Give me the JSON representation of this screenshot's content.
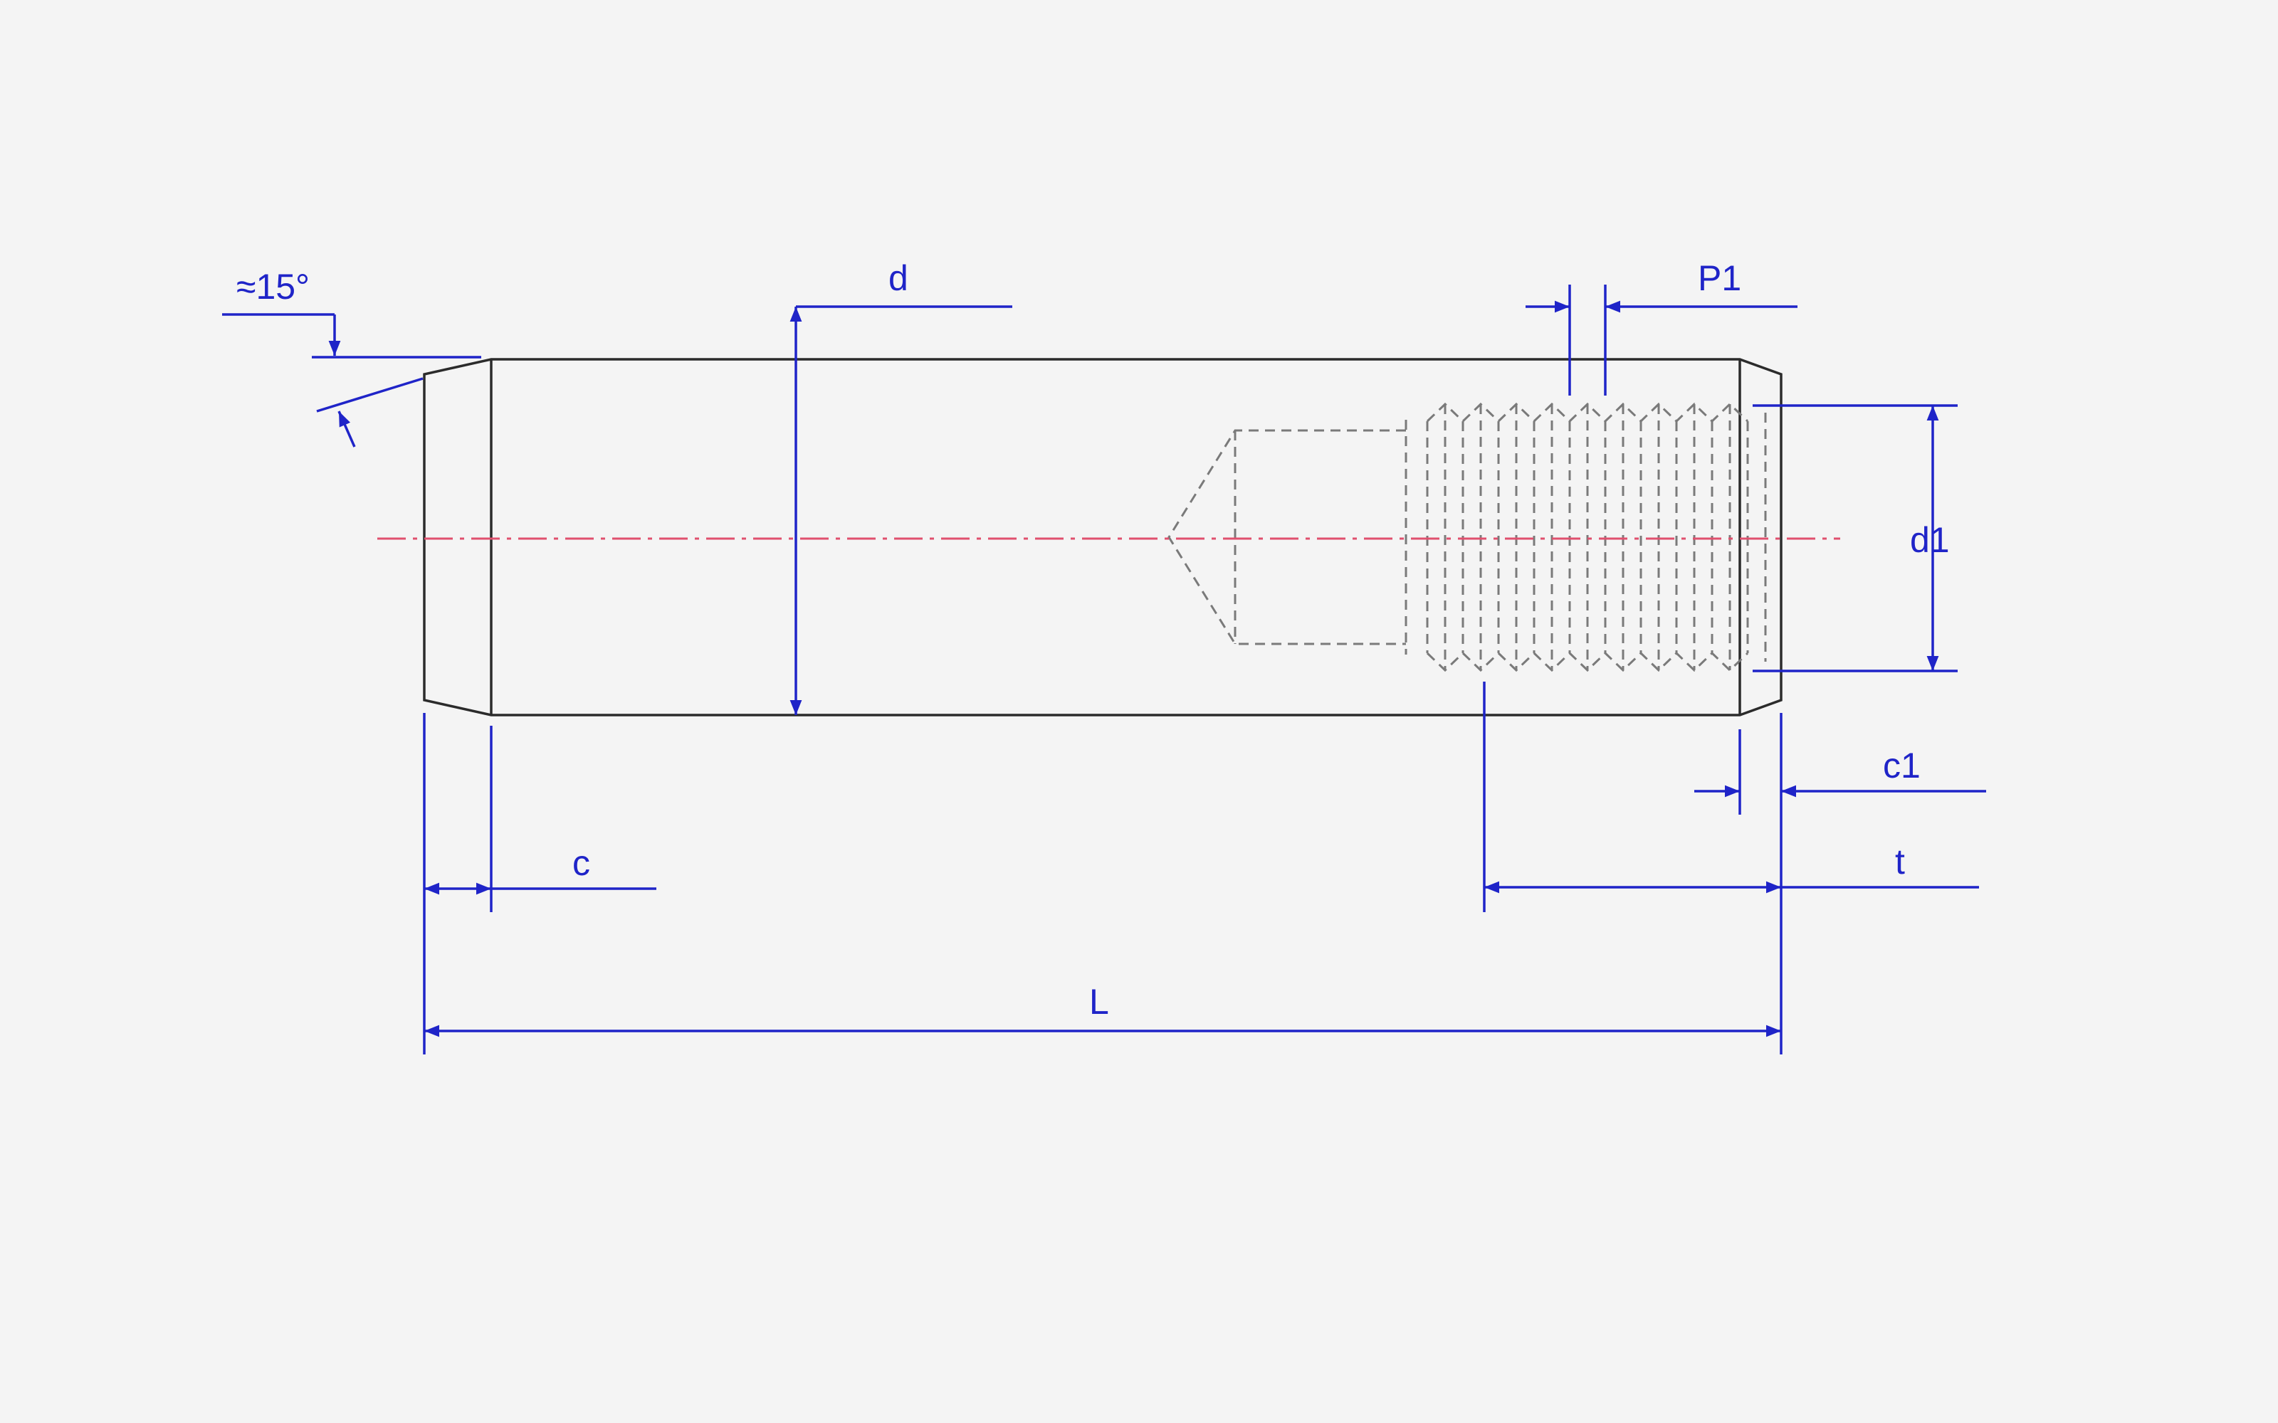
{
  "diagram": {
    "colors": {
      "background": "#f4f4f4",
      "outline": "#2b2b2b",
      "hidden_line": "#7a7a7a",
      "dimension": "#1f24c8",
      "centerline": "#e0506e"
    },
    "labels": {
      "chamfer_angle": "≈15°",
      "diameter": "d",
      "thread_pitch": "P1",
      "thread_diameter": "d1",
      "chamfer_length": "c",
      "thread_chamfer_length": "c1",
      "thread_depth": "t",
      "total_length": "L"
    }
  }
}
